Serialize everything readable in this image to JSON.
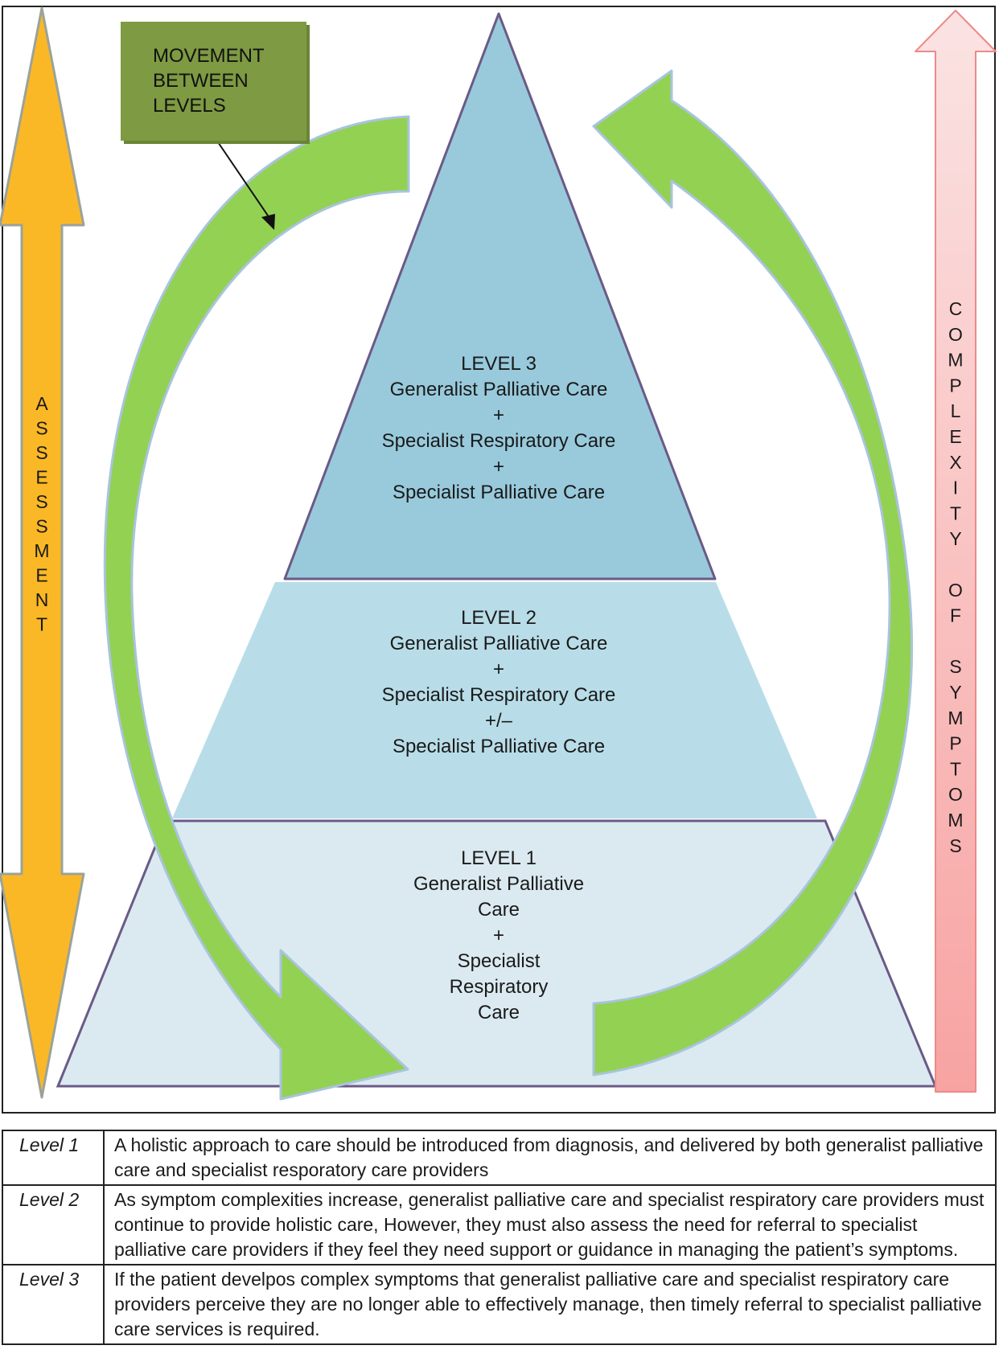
{
  "callout": {
    "lines": [
      "MOVEMENT",
      "BETWEEN",
      "LEVELS"
    ]
  },
  "left_axis": {
    "label": "ASSESSMENT",
    "color": "#fbb826"
  },
  "right_axis": {
    "label": "COMPLEXITY OF SYMPTOMS",
    "color": "#f8aaa9"
  },
  "levels": [
    {
      "id": "level-3",
      "color": "#98cadc",
      "lines": [
        "LEVEL 3",
        "Generalist Palliative Care",
        "+",
        "Specialist Respiratory Care",
        "+",
        "Specialist Palliative Care"
      ]
    },
    {
      "id": "level-2",
      "color": "#b8dde8",
      "lines": [
        "LEVEL 2",
        "Generalist Palliative Care",
        "+",
        "Specialist Respiratory Care",
        "+/–",
        "Specialist Palliative Care"
      ]
    },
    {
      "id": "level-1",
      "color": "#dbeaf1",
      "lines": [
        "LEVEL 1",
        "Generalist Palliative",
        "Care",
        "+",
        "Specialist",
        "Respiratory",
        "Care"
      ]
    }
  ],
  "cycle_arrows": {
    "color": "#93d152",
    "outline": "#a9c4dc"
  },
  "legend": [
    {
      "label": "Level 1",
      "text": "A holistic approach to care should be introduced from diagnosis, and delivered by both generalist palliative care and specialist resporatory care providers"
    },
    {
      "label": "Level 2",
      "text": "As symptom complexities increase, generalist palliative care and specialist respiratory care providers must continue to provide holistic care, However, they must also assess the need for referral to specialist palliative care providers if they feel they need support or guidance in managing the patient’s symptoms."
    },
    {
      "label": "Level 3",
      "text": "If the patient develpos complex symptoms that generalist palliative care and specialist respiratory care providers perceive they are no longer able to effectively manage, then timely referral to specialist palliative care services is required."
    }
  ]
}
